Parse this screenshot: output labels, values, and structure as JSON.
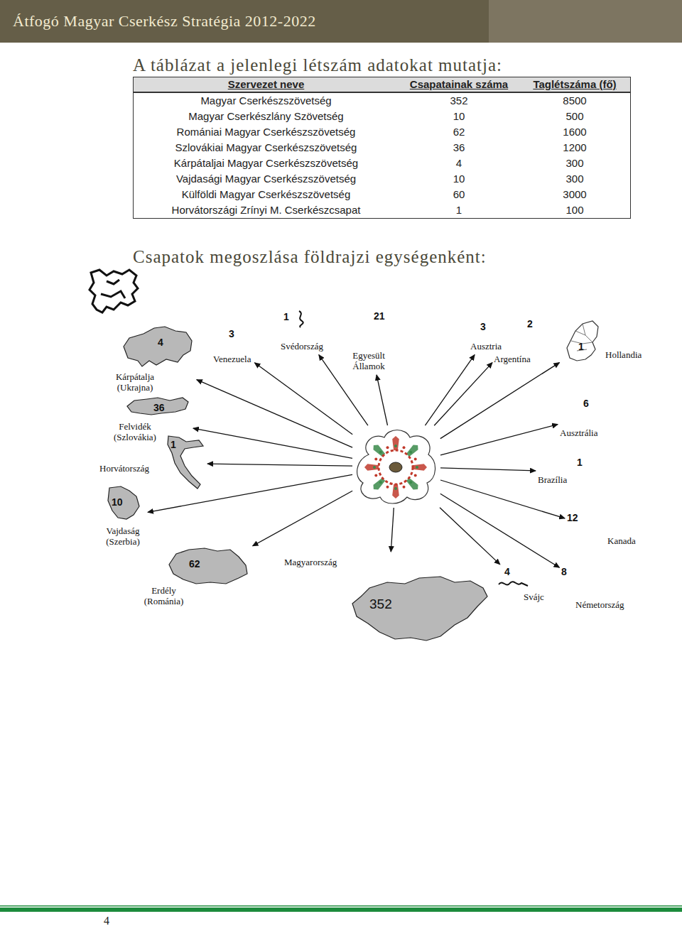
{
  "diagram": {
    "title": "Átfogó Magyar Cserkész Stratégia 2012-2022",
    "nodes": [
      {
        "text": []
      },
      {
        "text": [
          "4",
          "Kárpátalja (Ukrajna)"
        ]
      },
      {
        "text": [
          "36",
          "Felvidék (Szlovákia)"
        ]
      },
      {
        "text": [
          "1",
          "Horvátország"
        ]
      },
      {
        "text": [
          "10",
          "Vajdaság (Szerbia)"
        ]
      },
      {
        "text": [
          "62",
          "Erdély (Románia)"
        ]
      },
      {
        "text": [
          "3",
          "Venezuela"
        ]
      },
      {
        "text": [
          "1",
          "Svédország"
        ]
      },
      {
        "text": [
          "21",
          "Egyesült Államok"
        ]
      },
      {
        "text": [
          "3",
          "Ausztria"
        ]
      },
      {
        "text": [
          "2",
          "Argentína"
        ]
      },
      {
        "text": [
          "1",
          "Hollandia"
        ]
      },
      {
        "text": [
          "6",
          "Ausztrália"
        ]
      },
      {
        "text": [
          "1",
          "Brazília"
        ]
      },
      {
        "text": [
          "12",
          "Kanada"
        ]
      },
      {
        "text": [
          "4",
          "Svájc"
        ]
      },
      {
        "text": [
          "8",
          "Németország"
        ]
      },
      {
        "text": [
          "Magyarország",
          "352"
        ]
      }
    ],
    "edges": [
      {
        "from": 0,
        "to": 1,
        "arrow": "to"
      },
      {
        "from": 0,
        "to": 2,
        "arrow": "to"
      },
      {
        "from": 0,
        "to": 3,
        "arrow": "to"
      },
      {
        "from": 0,
        "to": 4,
        "arrow": "to"
      },
      {
        "from": 0,
        "to": 5,
        "arrow": "to"
      },
      {
        "from": 0,
        "to": 6,
        "arrow": "to"
      },
      {
        "from": 0,
        "to": 7,
        "arrow": "to"
      },
      {
        "from": 0,
        "to": 8,
        "arrow": "to"
      },
      {
        "from": 0,
        "to": 9,
        "arrow": "to"
      },
      {
        "from": 0,
        "to": 10,
        "arrow": "to"
      },
      {
        "from": 0,
        "to": 11,
        "arrow": "to"
      },
      {
        "from": 0,
        "to": 12,
        "arrow": "to"
      },
      {
        "from": 0,
        "to": 13,
        "arrow": "to"
      },
      {
        "from": 0,
        "to": 14,
        "arrow": "to"
      },
      {
        "from": 0,
        "to": 15,
        "arrow": "to"
      },
      {
        "from": 0,
        "to": 16,
        "arrow": "to"
      },
      {
        "from": 0,
        "to": 17,
        "arrow": "to"
      }
    ],
    "labels": [
      "A táblázat a jelenlegi létszám adatokat mutatja:",
      "Szervezet neve",
      "Csapatainak száma",
      "Taglétszáma (fő)",
      "Magyar Cserkészszövetség",
      "352",
      "8500",
      "Magyar Cserkészlány Szövetség",
      "10",
      "500",
      "Romániai Magyar Cserkészszövetség",
      "62",
      "1600",
      "Szlovákiai Magyar Cserkészszövetség",
      "36",
      "1200",
      "Kárpátaljai Magyar Cserkészszövetség",
      "4",
      "300",
      "Vajdasági Magyar Cserkészszövetség",
      "10",
      "300",
      "Külföldi Magyar Cserkészszövetség",
      "60",
      "3000",
      "Horvátországi Zrínyi M. Cserkészcsapat",
      "1",
      "100",
      "Csapatok megoszlása földrajzi egységenként:",
      "4"
    ]
  }
}
